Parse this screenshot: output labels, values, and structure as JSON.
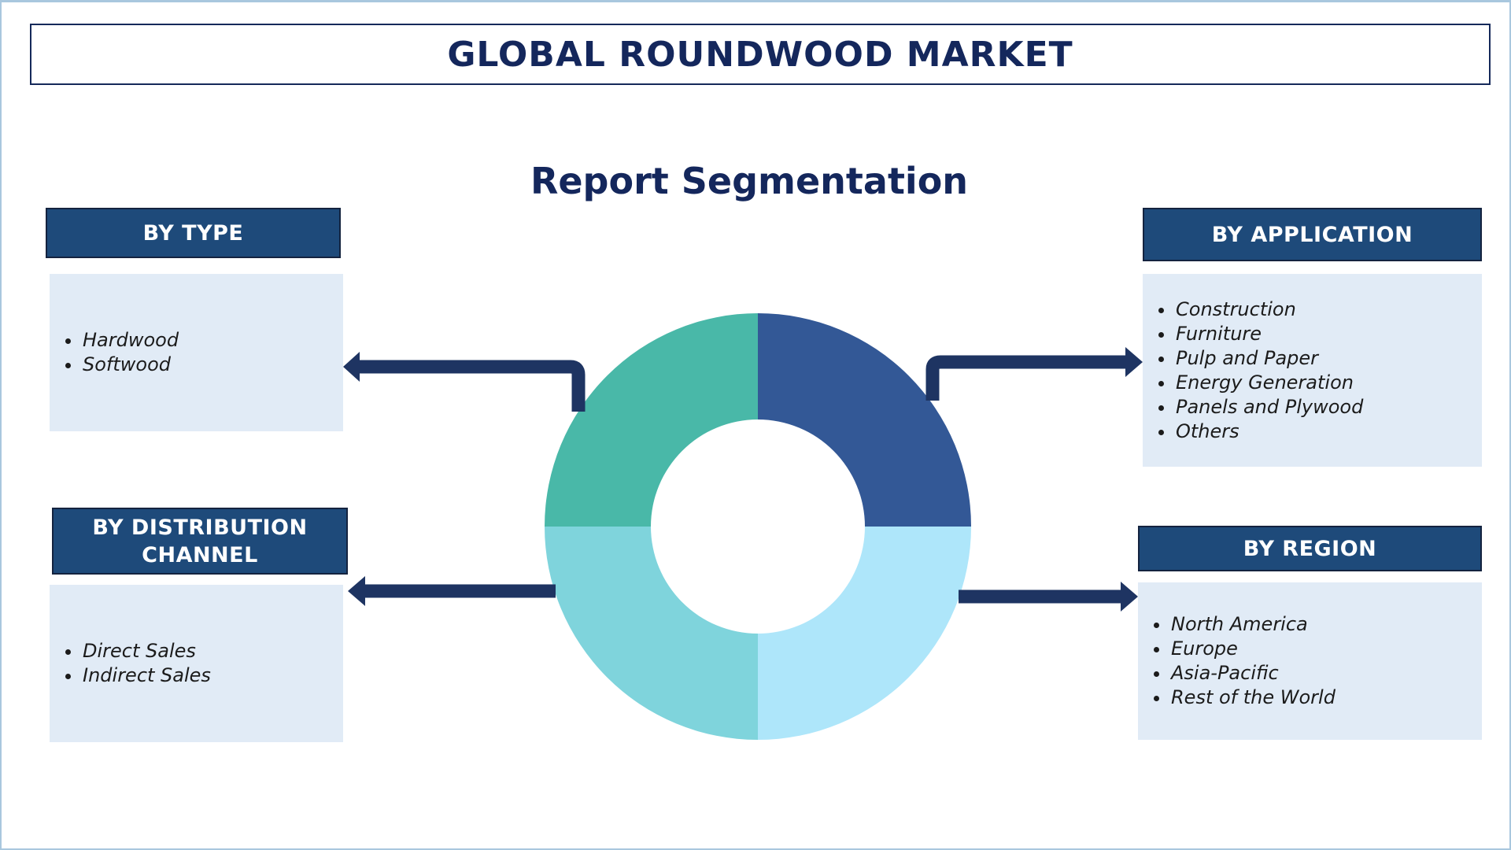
{
  "title": "GLOBAL ROUNDWOOD MARKET",
  "subtitle": "Report Segmentation",
  "segments": {
    "type": {
      "header": "BY TYPE",
      "items": [
        "Hardwood",
        "Softwood"
      ]
    },
    "distribution": {
      "header_line1": "BY DISTRIBUTION",
      "header_line2": "CHANNEL",
      "items": [
        "Direct Sales",
        "Indirect Sales"
      ]
    },
    "application": {
      "header": "BY APPLICATION",
      "items": [
        "Construction",
        "Furniture",
        "Pulp and Paper",
        "Energy Generation",
        "Panels and Plywood",
        "Others"
      ]
    },
    "region": {
      "header": "BY REGION",
      "items": [
        "North America",
        "Europe",
        "Asia-Pacific",
        "Rest of the World"
      ]
    }
  },
  "colors": {
    "title_text": "#14275c",
    "header_fill": "#1e4a7a",
    "box_fill": "#e1ebf6",
    "arrow": "#1e3462",
    "ring_top_left": "#49b8a8",
    "ring_top_right": "#335896",
    "ring_bottom_left": "#7fd4dc",
    "ring_bottom_right": "#aee6fa"
  }
}
